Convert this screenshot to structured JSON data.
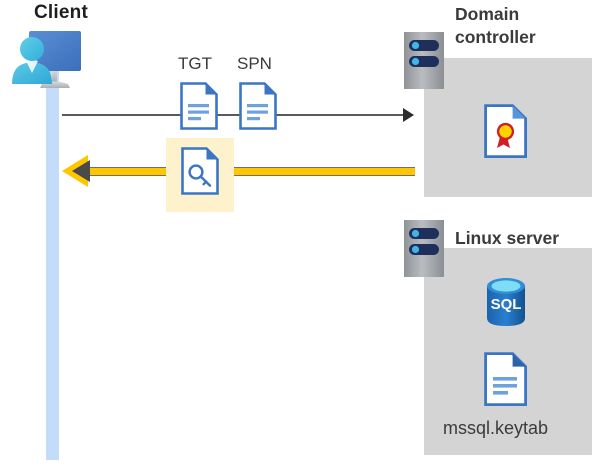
{
  "diagram": {
    "title_client": "Client",
    "title_domain_controller": "Domain\ncontroller",
    "title_linux_server": "Linux server",
    "label_tgt": "TGT",
    "label_spn": "SPN",
    "label_keytab_file": "mssql.keytab",
    "icons": {
      "client": "user-computer-icon",
      "tgt": "document-icon",
      "spn": "document-icon",
      "ticket": "key-document-icon",
      "domain_controller_server": "server-icon",
      "linux_server": "server-icon",
      "certificate": "certificate-document-icon",
      "sql_database": "sql-database-icon",
      "keytab": "document-icon"
    },
    "flows": [
      {
        "name": "request",
        "direction": "client-to-domain-controller",
        "style": "thin-black-arrow",
        "carries": [
          "TGT",
          "SPN"
        ]
      },
      {
        "name": "response",
        "direction": "domain-controller-to-client",
        "style": "thick-yellow-arrow",
        "carries": [
          "service-ticket"
        ]
      }
    ],
    "colors": {
      "panel_gray": "#d4d4d4",
      "lifeline_blue": "#c3dcfa",
      "highlight_yellow": "#fdf2cc",
      "arrow_yellow": "#ffc600",
      "arrow_black": "#2b2b2b",
      "icon_blue": "#3a76c4",
      "sql_blue": "#1f6fc4",
      "text_dark": "#3b3b3b"
    }
  }
}
